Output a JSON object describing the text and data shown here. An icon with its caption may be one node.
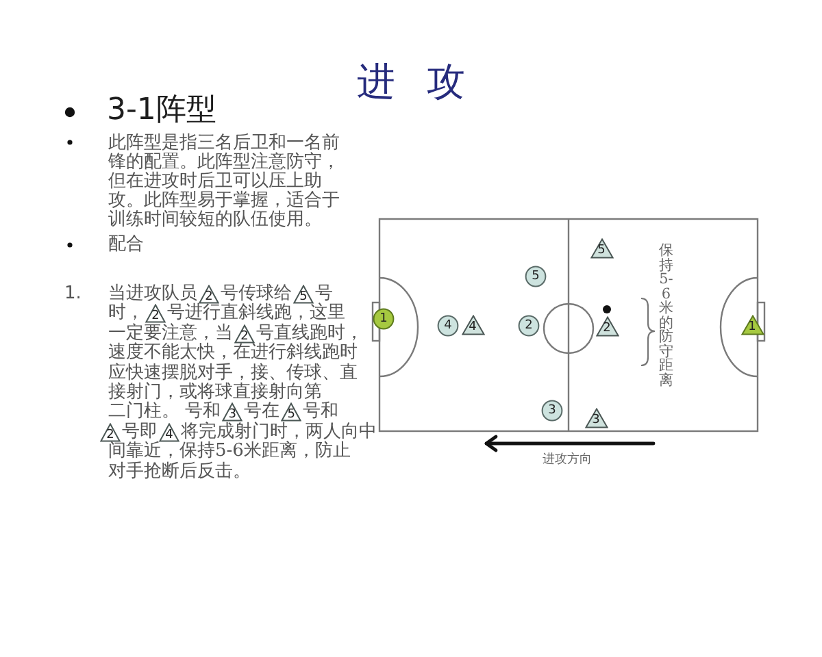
{
  "diagram": {
    "title": "进 攻",
    "nodes": [
      {
        "text": [
          "2"
        ]
      },
      {
        "text": [
          "5"
        ]
      },
      {
        "text": [
          "2"
        ]
      },
      {
        "text": [
          "2"
        ]
      },
      {
        "text": [
          "3"
        ]
      },
      {
        "text": [
          "5"
        ]
      },
      {
        "text": [
          "2"
        ]
      },
      {
        "text": [
          "4"
        ]
      },
      {
        "text": [
          "1"
        ]
      },
      {
        "text": [
          "4"
        ]
      },
      {
        "text": [
          "4"
        ]
      },
      {
        "text": [
          "5"
        ]
      },
      {
        "text": [
          "2"
        ]
      },
      {
        "text": [
          "3"
        ]
      },
      {
        "text": [
          "5"
        ]
      },
      {
        "text": [
          "2"
        ]
      },
      {
        "text": [
          "3"
        ]
      },
      {
        "text": [
          "1"
        ]
      }
    ],
    "labels": [
      "3-1阵型",
      "此阵型是指三名后卫和一名前锋的配置。此阵型注意防守，但在进攻时后卫可以压上助攻。此阵型易于掌握，适合于训练时间较短的队伍使用。",
      "配合",
      "1.",
      "当进攻队员",
      "号传球给",
      "号",
      "时，",
      "号进行直斜线跑，这里",
      "一定要注意，当",
      "号直线跑时，",
      "速度不能太快，在进行斜线跑时应快速摆脱对手，接、传球、直接射门，或将球直接射向第",
      "二门柱。 号和",
      "号在",
      "号和",
      "号即",
      "将完成射门时，两人向中",
      "间靠近，保持5-6米距离，防止对手抢断后反击。",
      "保持5-6米的防守距离",
      "进攻方向"
    ]
  }
}
